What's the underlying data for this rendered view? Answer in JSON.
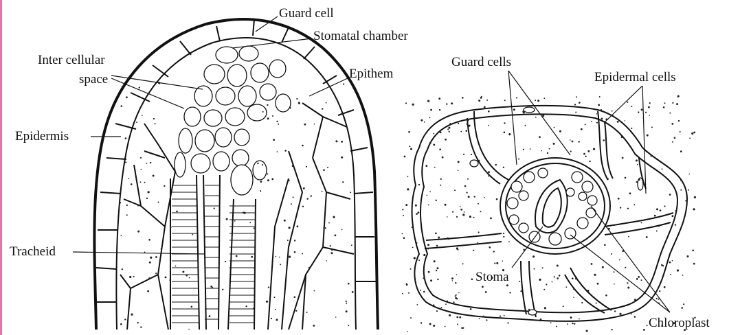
{
  "left_figure": {
    "labels": {
      "guard_cell": "Guard cell",
      "stomatal_chamber": "Stomatal chamber",
      "inter_cellular_line1": "Inter cellular",
      "inter_cellular_line2": "space",
      "epithem": "Epithem",
      "epidermis": "Epidermis",
      "tracheid": "Tracheid"
    }
  },
  "right_figure": {
    "labels": {
      "guard_cells": "Guard cells",
      "epidermal_cells": "Epidermal cells",
      "stoma": "Stoma",
      "chloroplast": "Chloroplast"
    }
  },
  "colors": {
    "accent_bar": "#f06fb0",
    "ink": "#111111"
  }
}
